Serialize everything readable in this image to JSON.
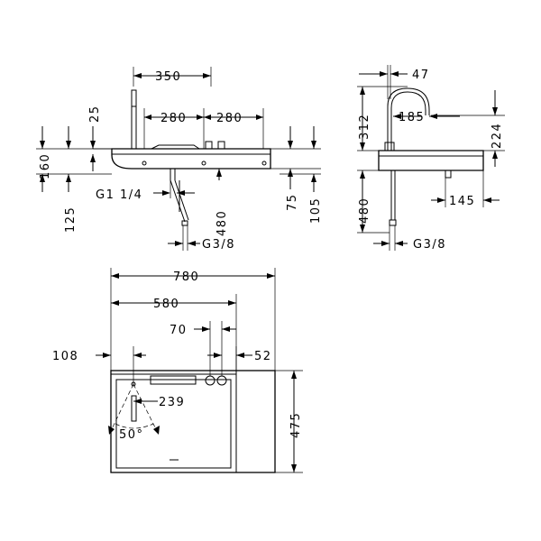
{
  "front_view": {
    "dim_350": "350",
    "dim_280_left": "280",
    "dim_280_right": "280",
    "dim_25": "25",
    "dim_160": "160",
    "dim_125": "125",
    "dim_thread_supply": "G1 1/4",
    "dim_480": "480",
    "dim_75": "75",
    "dim_105": "105",
    "dim_thread_waste": "G3/8"
  },
  "side_view": {
    "dim_47": "47",
    "dim_312": "312",
    "dim_185": "185",
    "dim_224": "224",
    "dim_480": "480",
    "dim_145": "145",
    "dim_thread": "G3/8"
  },
  "plan_view": {
    "dim_780": "780",
    "dim_580": "580",
    "dim_70": "70",
    "dim_108": "108",
    "dim_52": "52",
    "dim_239": "239",
    "dim_475": "475",
    "dim_angle": "50°"
  }
}
